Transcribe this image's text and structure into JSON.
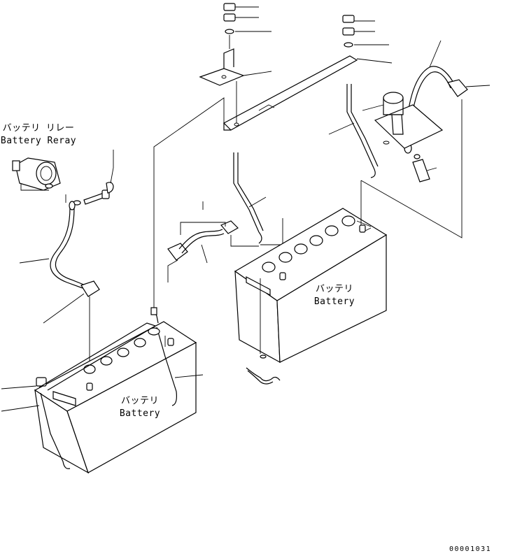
{
  "relay": {
    "label_jp": "バッテリ リレー",
    "label_en": "Battery Reray"
  },
  "battery_left": {
    "label_jp": "バッテリ",
    "label_en": "Battery"
  },
  "battery_right": {
    "label_jp": "バッテリ",
    "label_en": "Battery"
  },
  "drawing_number": "00001031"
}
